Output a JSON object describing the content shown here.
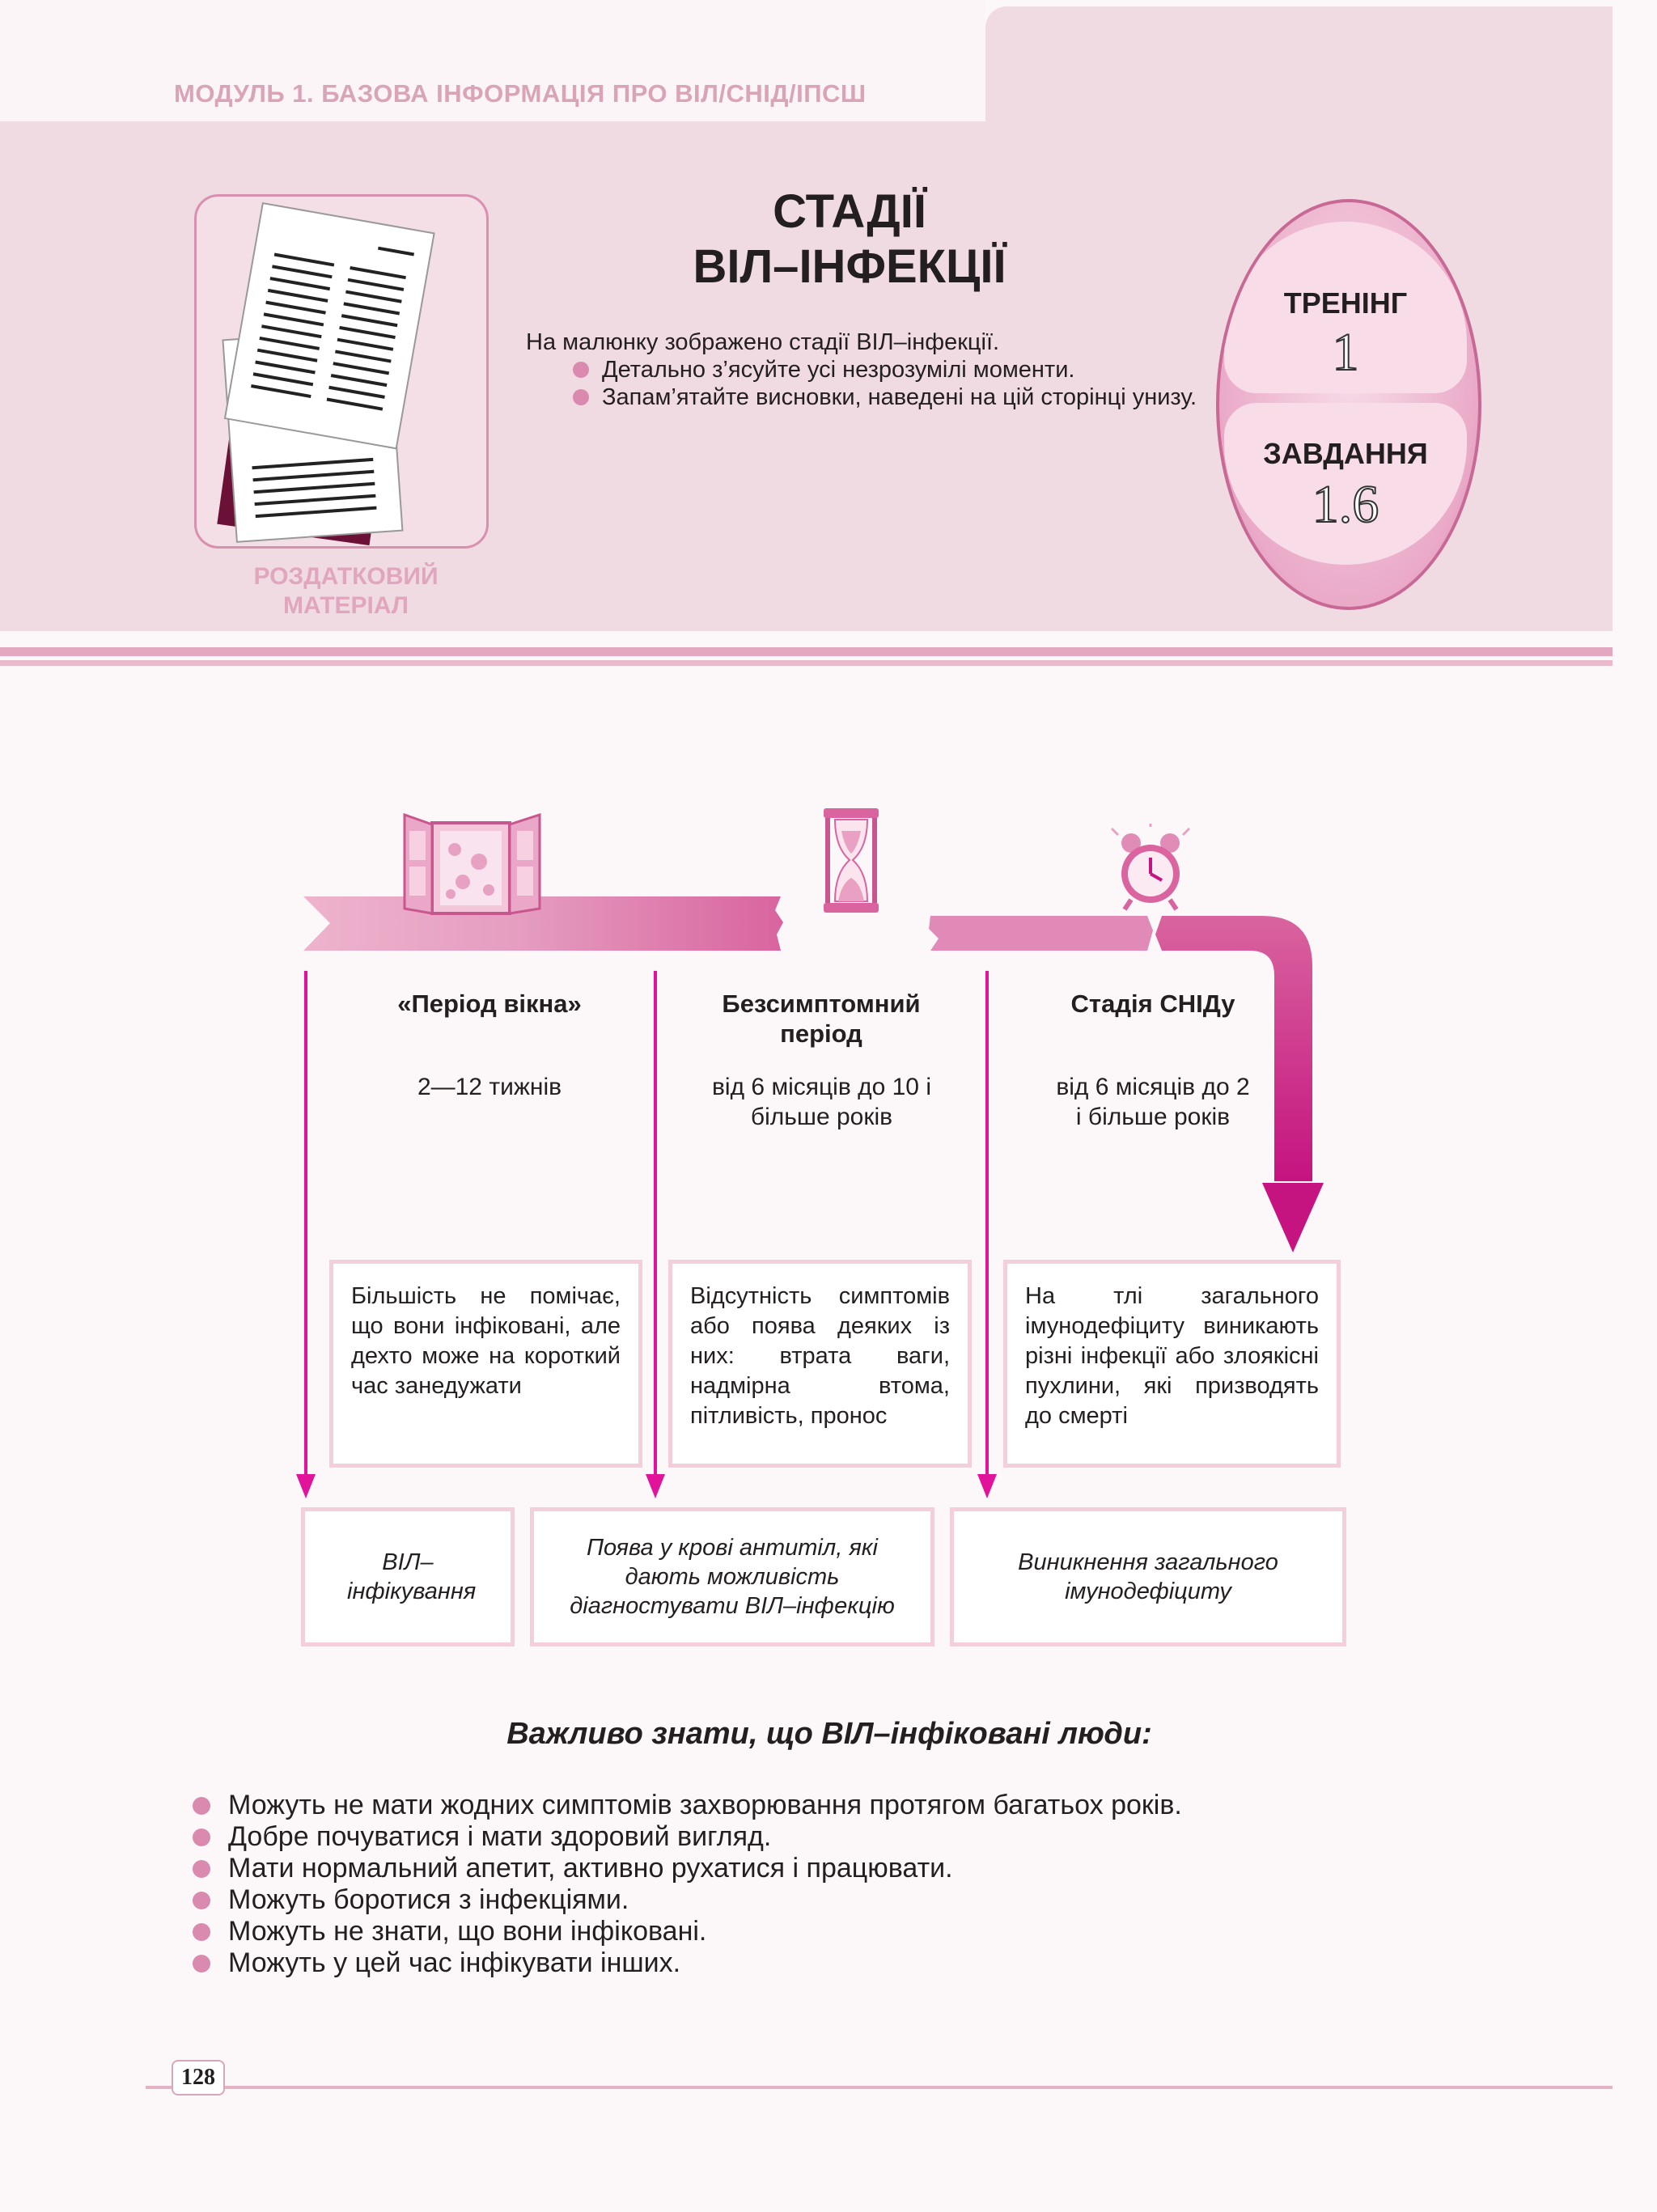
{
  "header": {
    "module": "МОДУЛЬ 1. БАЗОВА ІНФОРМАЦІЯ ПРО ВІЛ/СНІД/ІПСШ",
    "handout_label_line1": "РОЗДАТКОВИЙ",
    "handout_label_line2": "МАТЕРІАЛ",
    "title_line1": "СТАДІЇ",
    "title_line2": "ВІЛ–ІНФЕКЦІЇ",
    "intro": "На малюнку зображено стадії ВІЛ–інфекції.",
    "instructions": [
      "Детально з’ясуйте усі незрозумілі моменти.",
      "Запам’ятайте висновки, наведені на цій сторінці унизу."
    ],
    "training_label": "ТРЕНІНГ",
    "training_number": "1",
    "task_label": "ЗАВДАННЯ",
    "task_number": "1.6"
  },
  "stages": [
    {
      "title": "«Період вікна»",
      "duration": "2—12 тижнів",
      "description": "Більшість не помічає, що вони інфіковані, але дехто може на короткий час занедужати",
      "event": "ВІЛ–інфікування",
      "icon": "window-icon"
    },
    {
      "title": "Безсимптомний період",
      "duration": "від 6 місяців до 10 і більше років",
      "description": "Відсутність симптомів або поява деяких із них: втрата ваги, надмірна втома, пітливість, пронос",
      "event": "Поява у крові антитіл, які дають можливість діагностувати ВІЛ–інфекцію",
      "icon": "hourglass-icon"
    },
    {
      "title": "Стадія СНІДу",
      "duration": "від 6 місяців до 2 і більше років",
      "description": "На тлі загального імунодефіциту виникають різні інфекції або злоякісні пухлини, які призводять до смерті",
      "event": "Виникнення загального імунодефіциту",
      "icon": "alarm-clock-icon"
    }
  ],
  "important": {
    "heading": "Важливо знати, що ВІЛ–інфіковані люди:",
    "items": [
      "Можуть не мати жодних симптомів захворювання протягом багатьох років.",
      "Добре почуватися і мати здоровий вигляд.",
      "Мати нормальний апетит, активно рухатися і працювати.",
      "Можуть боротися з інфекціями.",
      "Можуть не знати, що вони інфіковані.",
      "Можуть у цей час інфікувати інших."
    ]
  },
  "footer": {
    "page_number": "128"
  },
  "colors": {
    "accent": "#e0139a",
    "band": "#f1dbe2",
    "bullet": "#d98aae"
  }
}
